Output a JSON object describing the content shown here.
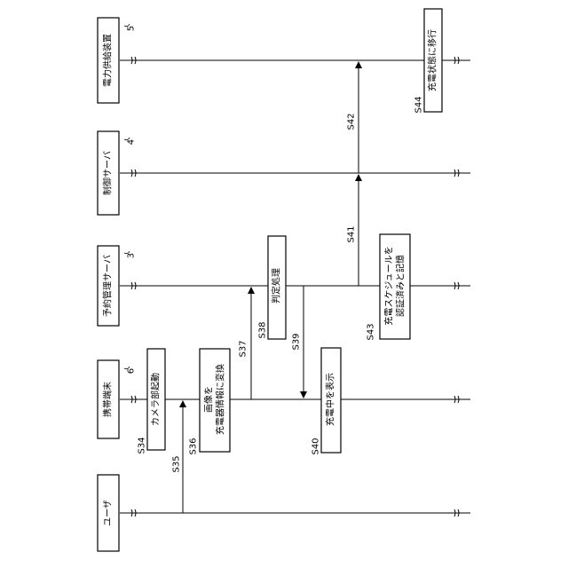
{
  "actors": [
    {
      "key": "user",
      "label": "ユーザ",
      "ref": ""
    },
    {
      "key": "mobile",
      "label": "携帯端末",
      "ref": "6"
    },
    {
      "key": "reservation",
      "label": "予約管理サーバ",
      "ref": "3"
    },
    {
      "key": "control",
      "label": "制御サーバ",
      "ref": "4"
    },
    {
      "key": "power",
      "label": "電力供給装置",
      "ref": "5"
    }
  ],
  "boxes": [
    {
      "key": "camera",
      "label_lines": [
        "カメラ部起動"
      ],
      "step": "S34"
    },
    {
      "key": "convert",
      "label_lines": [
        "画像を",
        "充電器情報に変換"
      ],
      "step": "S36"
    },
    {
      "key": "judge",
      "label_lines": [
        "判定処理"
      ],
      "step": "S38"
    },
    {
      "key": "charging",
      "label_lines": [
        "充電中を表示"
      ],
      "step": "S40"
    },
    {
      "key": "record",
      "label_lines": [
        "充電スケジュールを",
        "認証済みと記憶"
      ],
      "step": "S43"
    },
    {
      "key": "transition",
      "label_lines": [
        "充電状態に移行"
      ],
      "step": "S44"
    }
  ],
  "messages": [
    {
      "key": "s35",
      "step": "S35",
      "from": "user",
      "to": "mobile"
    },
    {
      "key": "s37",
      "step": "S37",
      "from": "mobile",
      "to": "reservation"
    },
    {
      "key": "s39",
      "step": "S39",
      "from": "reservation",
      "to": "mobile"
    },
    {
      "key": "s41",
      "step": "S41",
      "from": "reservation",
      "to": "control"
    },
    {
      "key": "s42",
      "step": "S42",
      "from": "control",
      "to": "power"
    }
  ]
}
